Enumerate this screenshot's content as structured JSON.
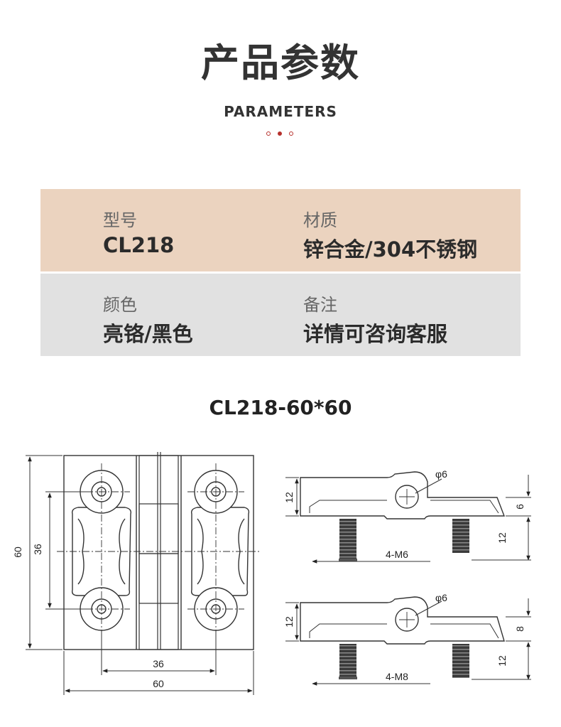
{
  "header": {
    "title": "产品参数",
    "subtitle": "PARAMETERS"
  },
  "colors": {
    "accent": "#b6312d",
    "row1_bg": "#ebd3bf",
    "row2_bg": "#e1e1e1"
  },
  "params": [
    {
      "label": "型号",
      "value": "CL218"
    },
    {
      "label": "材质",
      "value": "锌合金/304不锈钢"
    },
    {
      "label": "颜色",
      "value": "亮铬/黑色"
    },
    {
      "label": "备注",
      "value": "详情可咨询客服"
    }
  ],
  "model_title": "CL218-60*60",
  "drawing": {
    "front": {
      "height": "60",
      "hole_spacing_v": "36",
      "hole_spacing_h": "36",
      "width": "60"
    },
    "side_m6": {
      "height": "12",
      "hole": "φ6",
      "leaf": "6",
      "thread_len": "12",
      "thread": "4-M6"
    },
    "side_m8": {
      "height": "12",
      "hole": "φ6",
      "leaf": "8",
      "thread_len": "12",
      "thread": "4-M8"
    }
  }
}
